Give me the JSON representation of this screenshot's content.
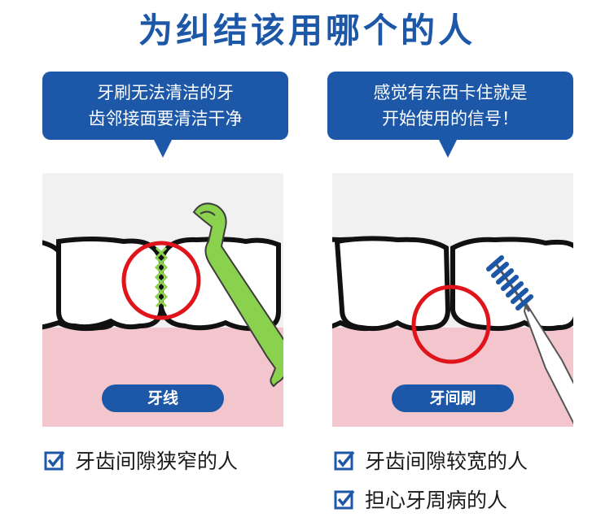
{
  "title": "为纠结该用哪个的人",
  "left": {
    "bubble_line1": "牙刷无法清洁的牙",
    "bubble_line2": "齿邻接面要清洁干净",
    "tool_label": "牙线",
    "checks": [
      "牙齿间隙狭窄的人"
    ]
  },
  "right": {
    "bubble_line1": "感觉有东西卡住就是",
    "bubble_line2": "开始使用的信号！",
    "tool_label": "牙间刷",
    "checks": [
      "牙齿间隙较宽的人",
      "担心牙周病的人"
    ]
  },
  "colors": {
    "accent": "#1c57a8",
    "ring": "#e0141b",
    "floss": "#8ad24e",
    "gum": "#f3c6cd"
  },
  "icons": {
    "check": "checkbox-check-icon"
  }
}
